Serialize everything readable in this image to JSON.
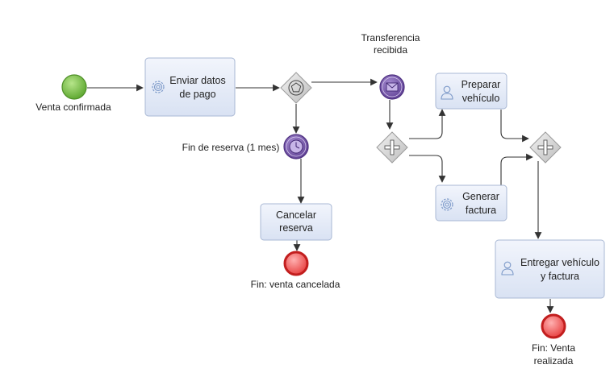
{
  "colors": {
    "task_fill_top": "#eef2fb",
    "task_fill_bottom": "#d9e2f3",
    "task_stroke": "#a9b8d4",
    "start_fill": "#7dc348",
    "end_fill": "#f04a4a",
    "intermediate_fill": "#7a5aa6",
    "gateway_fill": "#d6d6d6",
    "flow": "#333333"
  },
  "events": {
    "start": {
      "label": "Venta confirmada"
    },
    "message": {
      "label_line1": "Transferencia",
      "label_line2": "recibida",
      "icon": "envelope-icon"
    },
    "timer": {
      "label": "Fin de reserva (1 mes)",
      "icon": "clock-icon"
    },
    "end_cancel": {
      "label": "Fin: venta cancelada"
    },
    "end_done": {
      "label_line1": "Fin: Venta",
      "label_line2": "realizada"
    }
  },
  "tasks": {
    "enviar": {
      "line1": "Enviar datos",
      "line2": "de pago",
      "icon": "gear-icon"
    },
    "cancelar": {
      "line1": "Cancelar",
      "line2": "reserva"
    },
    "preparar": {
      "line1": "Preparar",
      "line2": "vehículo",
      "icon": "user-icon"
    },
    "generar": {
      "line1": "Generar",
      "line2": "factura",
      "icon": "gear-icon"
    },
    "entregar": {
      "line1": "Entregar vehículo",
      "line2": "y factura",
      "icon": "user-icon"
    }
  },
  "gateways": {
    "event_based": {
      "icon": "pentagon-icon"
    },
    "parallel_split": {
      "icon": "plus-icon"
    },
    "parallel_join": {
      "icon": "plus-icon"
    }
  }
}
